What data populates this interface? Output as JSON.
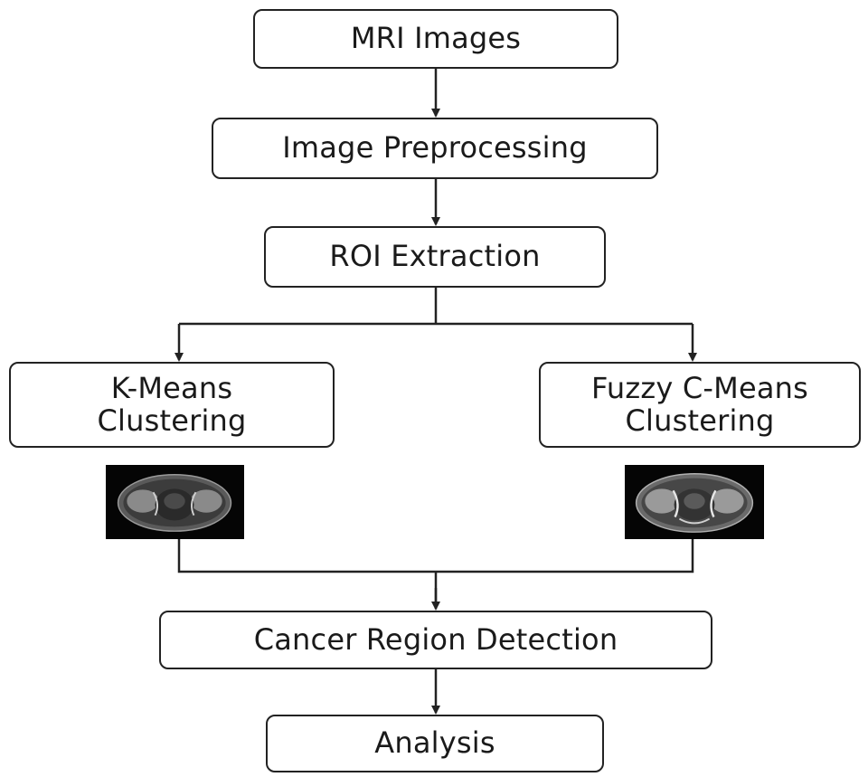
{
  "diagram": {
    "nodes": {
      "mri_images": "MRI Images",
      "image_preprocessing": "Image Preprocessing",
      "roi_extraction": "ROI Extraction",
      "kmeans_clustering": "K-Means\nClustering",
      "fuzzy_cmeans_clustering": "Fuzzy C-Means\nClustering",
      "cancer_region_detection": "Cancer Region Detection",
      "analysis": "Analysis"
    },
    "edges": [
      [
        "mri_images",
        "image_preprocessing"
      ],
      [
        "image_preprocessing",
        "roi_extraction"
      ],
      [
        "roi_extraction",
        "kmeans_clustering"
      ],
      [
        "roi_extraction",
        "fuzzy_cmeans_clustering"
      ],
      [
        "kmeans_clustering",
        "cancer_region_detection"
      ],
      [
        "fuzzy_cmeans_clustering",
        "cancer_region_detection"
      ],
      [
        "cancer_region_detection",
        "analysis"
      ]
    ],
    "colors": {
      "stroke": "#222222",
      "box_fill": "#ffffff",
      "thumbnail_background": "#050505"
    }
  }
}
